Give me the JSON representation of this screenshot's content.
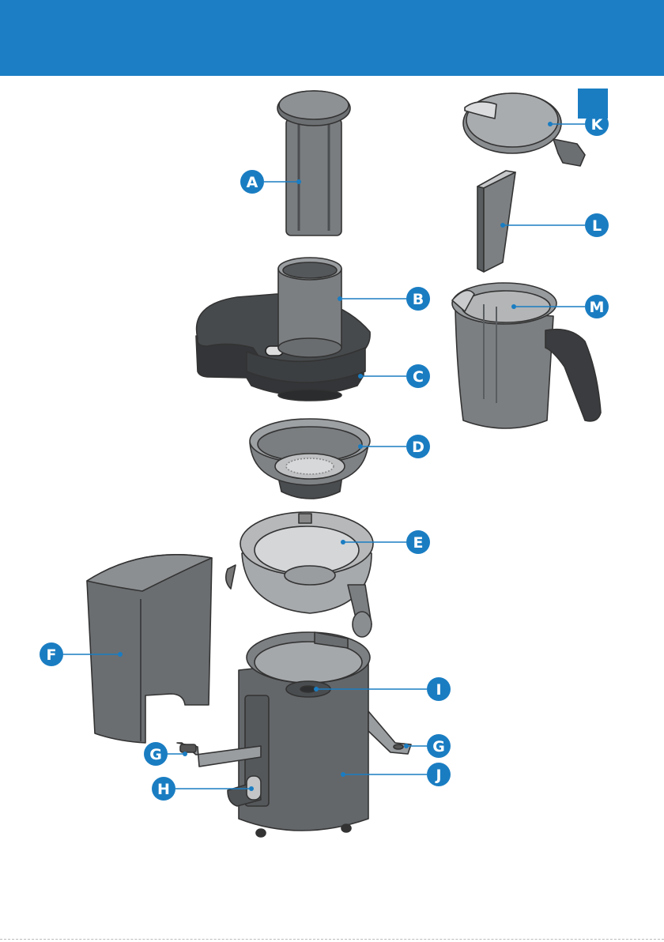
{
  "header": {
    "color": "#1c7ec4"
  },
  "page_badge": {
    "color": "#1a7dc2"
  },
  "accent": "#1a7dc2",
  "parts": [
    {
      "id": "A",
      "label": "A",
      "icon": "pusher"
    },
    {
      "id": "B",
      "label": "B",
      "icon": "feeding-tube"
    },
    {
      "id": "C",
      "label": "C",
      "icon": "lid"
    },
    {
      "id": "D",
      "label": "D",
      "icon": "filter-sieve"
    },
    {
      "id": "E",
      "label": "E",
      "icon": "juice-collector"
    },
    {
      "id": "F",
      "label": "F",
      "icon": "pulp-container"
    },
    {
      "id": "G1",
      "label": "G",
      "icon": "safety-clamp"
    },
    {
      "id": "G2",
      "label": "G",
      "icon": "safety-clamp"
    },
    {
      "id": "H",
      "label": "H",
      "icon": "speed-knob"
    },
    {
      "id": "I",
      "label": "I",
      "icon": "drive-shaft"
    },
    {
      "id": "J",
      "label": "J",
      "icon": "motor-unit"
    },
    {
      "id": "K",
      "label": "K",
      "icon": "jug-lid"
    },
    {
      "id": "L",
      "label": "L",
      "icon": "froth-separator"
    },
    {
      "id": "M",
      "label": "M",
      "icon": "juice-jug"
    }
  ]
}
